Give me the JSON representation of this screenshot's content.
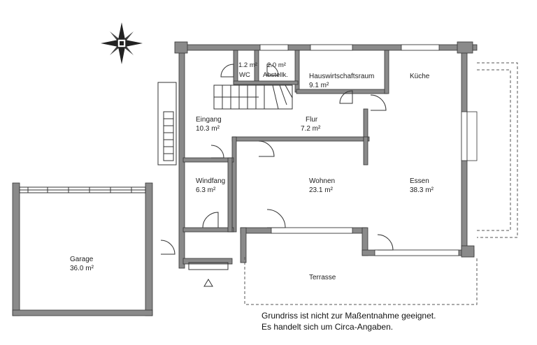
{
  "rooms": [
    {
      "id": "wc",
      "name": "WC",
      "area": "1.2 m²"
    },
    {
      "id": "abstellk",
      "name": "Abstellk.",
      "area": "2.0 m²"
    },
    {
      "id": "hwr",
      "name": "Hauswirtschaftsraum",
      "area": "9.1 m²"
    },
    {
      "id": "kueche",
      "name": "Küche",
      "area": ""
    },
    {
      "id": "eingang",
      "name": "Eingang",
      "area": "10.3 m²"
    },
    {
      "id": "flur",
      "name": "Flur",
      "area": "7.2 m²"
    },
    {
      "id": "windfang",
      "name": "Windfang",
      "area": "6.3 m²"
    },
    {
      "id": "wohnen",
      "name": "Wohnen",
      "area": "23.1 m²"
    },
    {
      "id": "essen",
      "name": "Essen",
      "area": "38.3 m²"
    },
    {
      "id": "garage",
      "name": "Garage",
      "area": "36.0 m²"
    },
    {
      "id": "terrasse",
      "name": "Terrasse",
      "area": ""
    }
  ],
  "note": {
    "line1": "Grundriss ist nicht zur Maßentnahme geeignet.",
    "line2": "Es handelt sich um Circa-Angaben."
  },
  "colors": {
    "wall": "#8a8a8a",
    "line": "#333333",
    "background": "#ffffff"
  }
}
